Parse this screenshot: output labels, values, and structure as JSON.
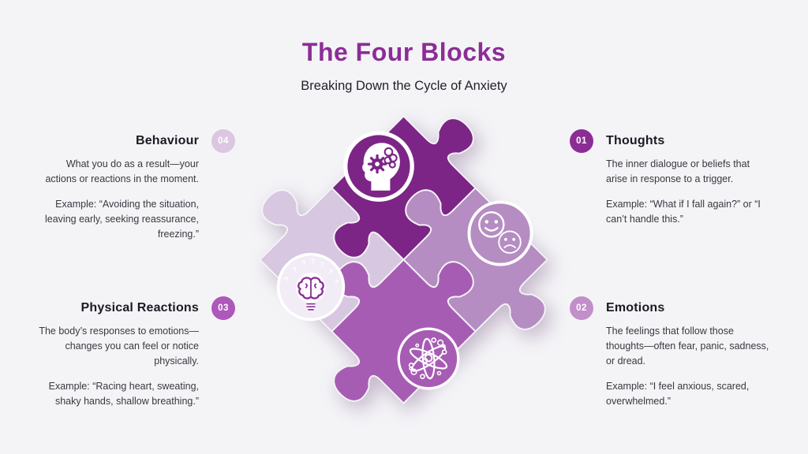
{
  "header": {
    "title": "The Four Blocks",
    "subtitle": "Breaking Down the Cycle of Anxiety"
  },
  "blocks": [
    {
      "number": "01",
      "title": "Thoughts",
      "description": "The inner dialogue or beliefs that\narise in response to a trigger.",
      "example": "Example: “What if I fall again?” or “I\ncan’t handle this.”",
      "badge_color": "#8c2d96"
    },
    {
      "number": "02",
      "title": "Emotions",
      "description": "The feelings that follow those\nthoughts—often fear, panic, sadness,\nor dread.",
      "example": "Example: “I feel anxious, scared,\noverwhelmed.”",
      "badge_color": "#c28fca"
    },
    {
      "number": "03",
      "title": "Physical Reactions",
      "description": "The body’s responses to emotions—\nchanges you can feel or notice\nphysically.",
      "example": "Example: “Racing heart, sweating,\nshaky hands, shallow breathing.”",
      "badge_color": "#ad58ba"
    },
    {
      "number": "04",
      "title": "Behaviour",
      "description": "What you do as a result—your\nactions or reactions in the moment.",
      "example": "Example: “Avoiding the situation,\nleaving early, seeking reassurance,\nfreezing.”",
      "badge_color": "#dbc7e2"
    }
  ],
  "puzzle": {
    "pieces": [
      {
        "position": "top",
        "icon": "head-gear-icon",
        "color": "#7c2586"
      },
      {
        "position": "right",
        "icon": "happy-sad-faces-icon",
        "color": "#b58dc2"
      },
      {
        "position": "left",
        "icon": "lightbulb-brain-icon",
        "color": "#d8c7e0"
      },
      {
        "position": "bottom",
        "icon": "atom-icon",
        "color": "#a75cb4"
      }
    ],
    "bulb_circle_fill": "#f2ecf6"
  },
  "colors": {
    "background": "#f4f4f7",
    "title": "#8c2d96",
    "accent_dark": "#8b2d96",
    "heading_text": "#191c22",
    "body_text": "#36393f"
  }
}
